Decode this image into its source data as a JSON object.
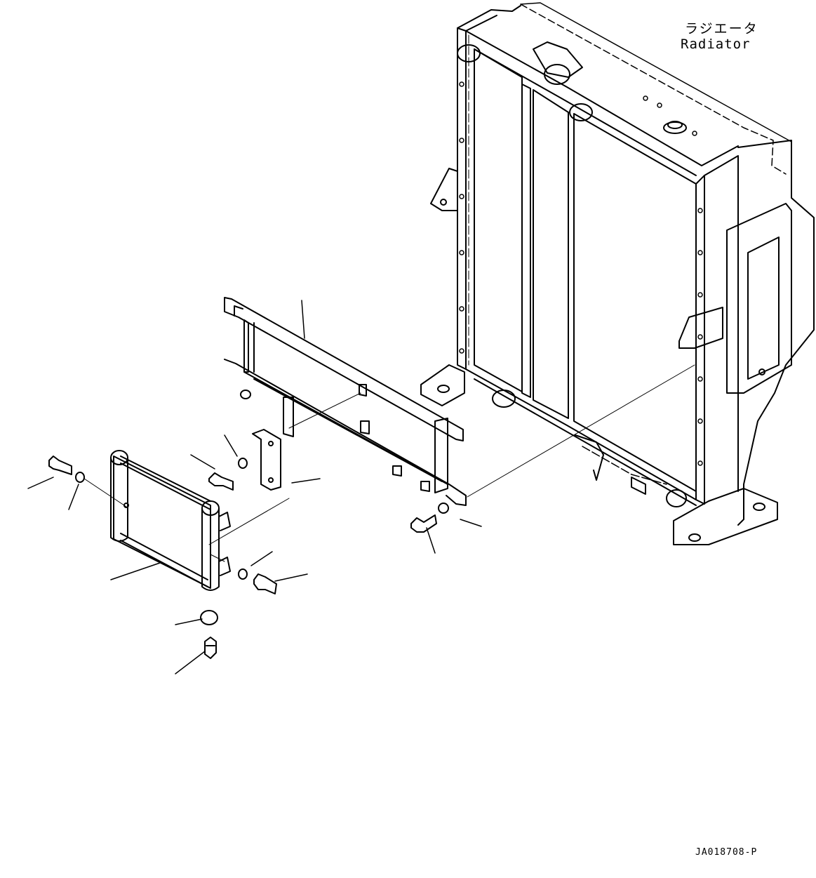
{
  "radiator_label": {
    "japanese": "ラジエータ",
    "english": "Radiator"
  },
  "drawing_number": "JA018708-P",
  "colors": {
    "line": "#000000",
    "background": "#ffffff"
  }
}
